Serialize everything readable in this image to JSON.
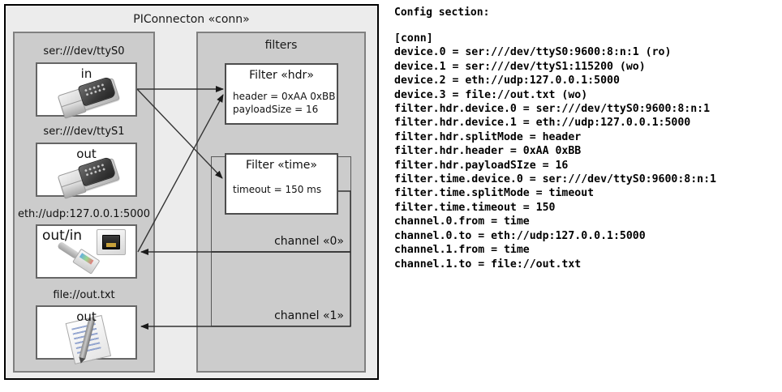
{
  "diagram": {
    "title": "PIConnecton «conn»",
    "devices_panel": {
      "devices": [
        {
          "label": "ser:///dev/ttyS0",
          "direction": "in",
          "icon": "serial-port-icon"
        },
        {
          "label": "ser:///dev/ttyS1",
          "direction": "out",
          "icon": "serial-port-icon"
        },
        {
          "label": "eth://udp:127.0.0.1:5000",
          "direction": "out/in",
          "icon": "ethernet-jack-icon"
        },
        {
          "label": "file://out.txt",
          "direction": "out",
          "icon": "document-icon"
        }
      ]
    },
    "filters_panel": {
      "title": "filters",
      "filters": [
        {
          "name": "Filter «hdr»",
          "attrs": [
            "header = 0xAA 0xBB",
            "payloadSize = 16"
          ]
        },
        {
          "name": "Filter «time»",
          "attrs": [
            "timeout = 150 ms"
          ]
        }
      ],
      "channels": [
        {
          "label": "channel «0»"
        },
        {
          "label": "channel «1»"
        }
      ]
    },
    "colors": {
      "frame_border": "#000000",
      "frame_fill": "#ececec",
      "panel_fill": "#cccccc",
      "panel_border": "#808080",
      "box_fill": "#ffffff",
      "box_border": "#666666",
      "wire": "#333333"
    }
  },
  "config": {
    "heading": "Config section:",
    "lines": [
      "[conn]",
      "device.0 = ser:///dev/ttyS0:9600:8:n:1 (ro)",
      "device.1 = ser:///dev/ttyS1:115200 (wo)",
      "device.2 = eth://udp:127.0.0.1:5000",
      "device.3 = file://out.txt (wo)",
      "filter.hdr.device.0 = ser:///dev/ttyS0:9600:8:n:1",
      "filter.hdr.device.1 = eth://udp:127.0.0.1:5000",
      "filter.hdr.splitMode = header",
      "filter.hdr.header = 0xAA 0xBB",
      "filter.hdr.payloadSIze = 16",
      "filter.time.device.0 = ser:///dev/ttyS0:9600:8:n:1",
      "filter.time.splitMode = timeout",
      "filter.time.timeout = 150",
      "channel.0.from = time",
      "channel.0.to = eth://udp:127.0.0.1:5000",
      "channel.1.from = time",
      "channel.1.to = file://out.txt"
    ]
  }
}
